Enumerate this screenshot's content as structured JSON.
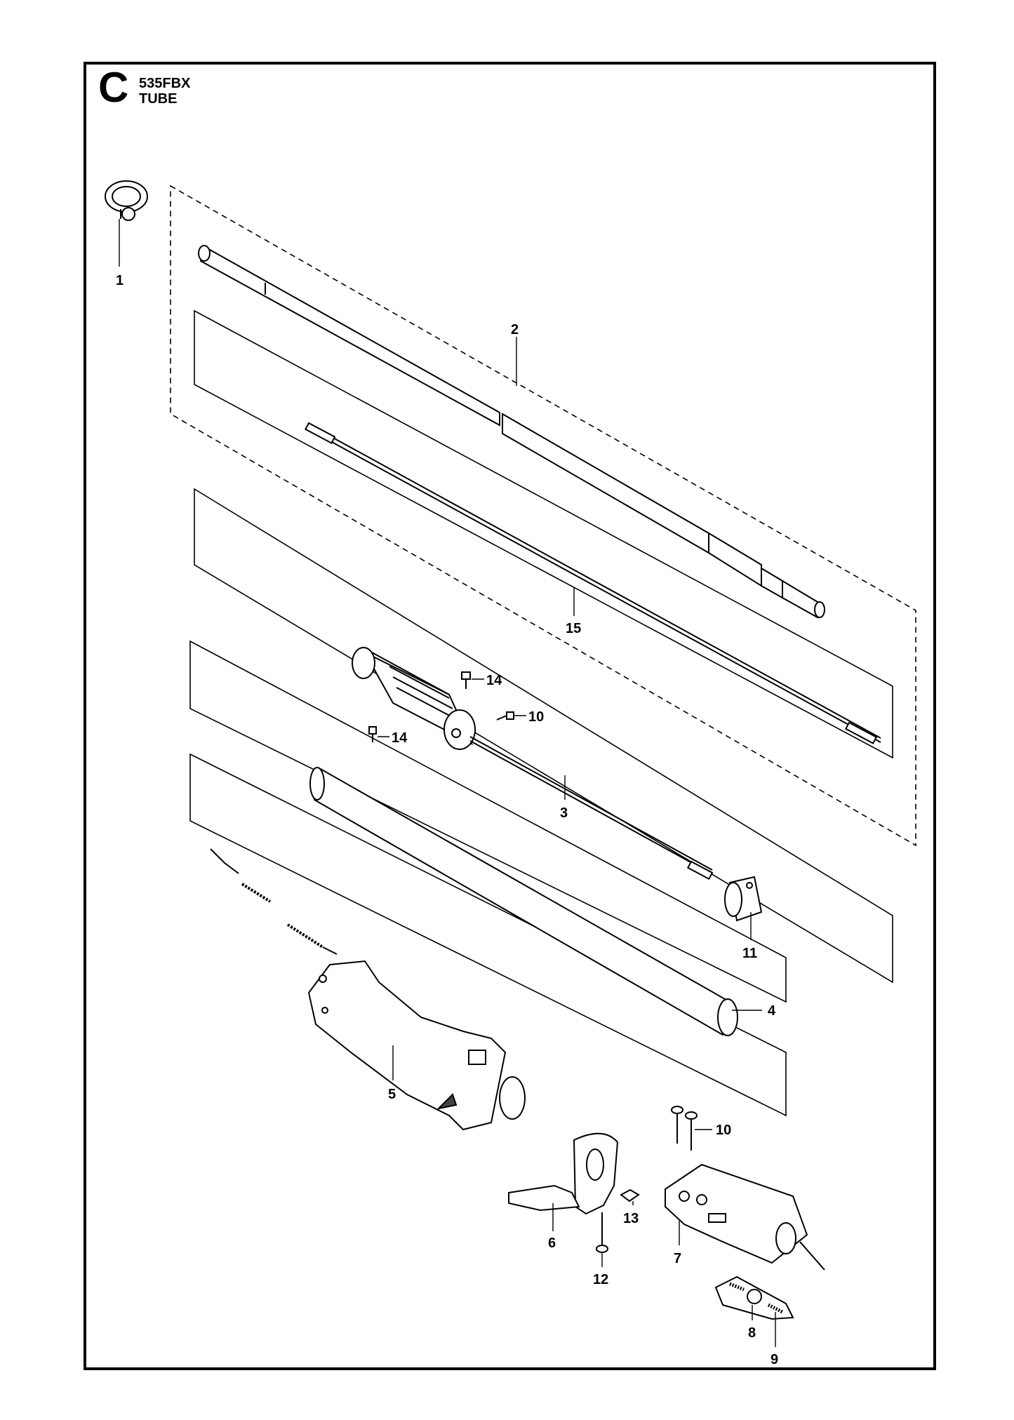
{
  "header": {
    "section_letter": "C",
    "model": "535FBX",
    "subtitle": "TUBE"
  },
  "parts": [
    {
      "id": "part-1",
      "label": "1",
      "name": "cable-clip"
    },
    {
      "id": "part-2",
      "label": "2",
      "name": "shaft-tube-assembly"
    },
    {
      "id": "part-15",
      "label": "15",
      "name": "drive-shaft"
    },
    {
      "id": "part-14a",
      "label": "14",
      "name": "screw"
    },
    {
      "id": "part-10a",
      "label": "10",
      "name": "screw"
    },
    {
      "id": "part-14b",
      "label": "14",
      "name": "screw"
    },
    {
      "id": "part-3",
      "label": "3",
      "name": "drive-shaft"
    },
    {
      "id": "part-11",
      "label": "11",
      "name": "bushing"
    },
    {
      "id": "part-4",
      "label": "4",
      "name": "tube"
    },
    {
      "id": "part-5",
      "label": "5",
      "name": "throttle-handle"
    },
    {
      "id": "part-10b",
      "label": "10",
      "name": "screw"
    },
    {
      "id": "part-6",
      "label": "6",
      "name": "handle-loop"
    },
    {
      "id": "part-13",
      "label": "13",
      "name": "nut"
    },
    {
      "id": "part-7",
      "label": "7",
      "name": "clamp"
    },
    {
      "id": "part-12",
      "label": "12",
      "name": "screw"
    },
    {
      "id": "part-8",
      "label": "8",
      "name": "lever"
    },
    {
      "id": "part-9",
      "label": "9",
      "name": "spring"
    }
  ],
  "colors": {
    "line": "#000000",
    "background": "#ffffff",
    "part_fill": "#ffffff",
    "shade": "#444444"
  }
}
